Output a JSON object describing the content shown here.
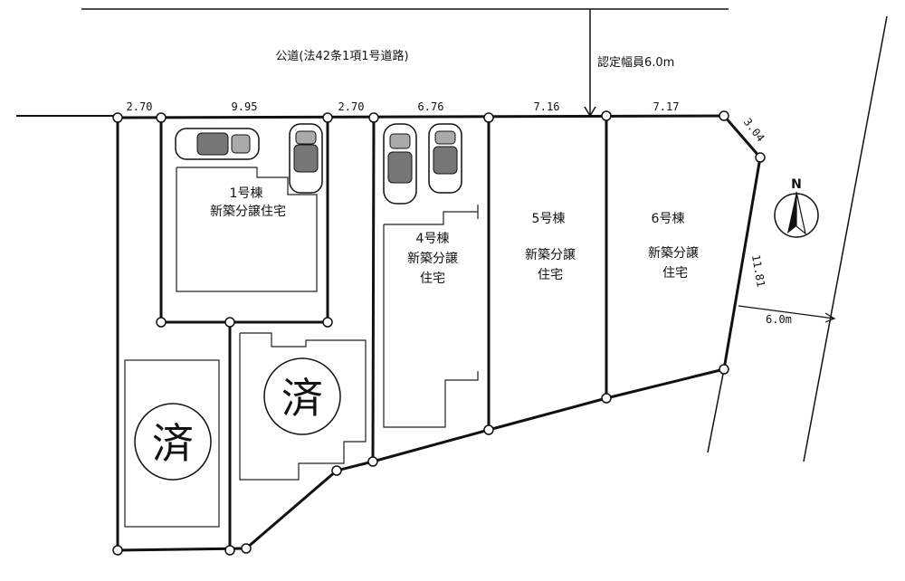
{
  "road": {
    "label": "公道(法42条1項1号道路)",
    "width_label": "認定幅員6.0m"
  },
  "side_road": {
    "width_label": "6.0m"
  },
  "dimensions": {
    "top": [
      "2.70",
      "9.95",
      "2.70",
      "6.76",
      "7.16",
      "7.17"
    ],
    "corner": "3.04",
    "right": "11.81"
  },
  "lots": {
    "lot1": {
      "number": "1号棟",
      "type": "新築分譲住宅"
    },
    "lot4": {
      "number": "4号棟",
      "line1": "新築分譲",
      "line2": "住宅"
    },
    "lot5": {
      "number": "5号棟",
      "line1": "新築分譲",
      "line2": "住宅"
    },
    "lot6": {
      "number": "6号棟",
      "line1": "新築分譲",
      "line2": "住宅"
    }
  },
  "sold_mark": "済",
  "compass": {
    "label": "N"
  }
}
